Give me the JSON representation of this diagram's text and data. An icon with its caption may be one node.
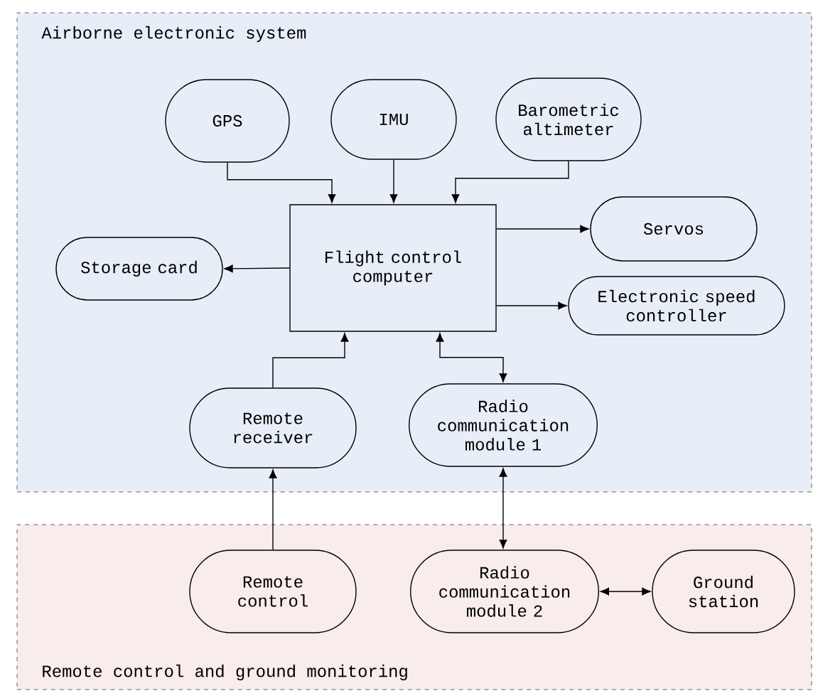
{
  "diagram": {
    "nodes": [
      {
        "text": [
          "Airborne electronic system"
        ]
      },
      {
        "text": [
          "GPS"
        ],
        "in": 0
      },
      {
        "text": [
          "IMU"
        ],
        "in": 0
      },
      {
        "text": [
          "Barometric altimeter"
        ],
        "in": 0
      },
      {
        "text": [
          "Flight control computer"
        ],
        "in": 0
      },
      {
        "text": [
          "Servos"
        ],
        "in": 0
      },
      {
        "text": [
          "Storage card"
        ],
        "in": 0
      },
      {
        "text": [
          "Electronic speed controller"
        ],
        "in": 0
      },
      {
        "text": [
          "Remote receiver"
        ],
        "in": 0
      },
      {
        "text": [
          "Radio communication module 1"
        ],
        "in": 0
      },
      {
        "text": [
          "Remote control and ground monitoring"
        ]
      },
      {
        "text": [
          "Remote control"
        ],
        "in": 10
      },
      {
        "text": [
          "Radio communication module 2"
        ],
        "in": 10
      },
      {
        "text": [
          "Ground station"
        ],
        "in": 10
      }
    ],
    "edges": [
      {
        "from": 1,
        "to": 4,
        "arrow": "to"
      },
      {
        "from": 2,
        "to": 4,
        "arrow": "to"
      },
      {
        "from": 3,
        "to": 4,
        "arrow": "to"
      },
      {
        "from": 4,
        "to": 5,
        "arrow": "to"
      },
      {
        "from": 4,
        "to": 6,
        "arrow": "to"
      },
      {
        "from": 4,
        "to": 7,
        "arrow": "to"
      },
      {
        "from": 8,
        "to": 4,
        "arrow": "to"
      },
      {
        "from": 4,
        "to": 9,
        "arrow": "both"
      },
      {
        "from": 11,
        "to": 8,
        "arrow": "to"
      },
      {
        "from": 9,
        "to": 12,
        "arrow": "both"
      },
      {
        "from": 12,
        "to": 13,
        "arrow": "both"
      }
    ]
  }
}
